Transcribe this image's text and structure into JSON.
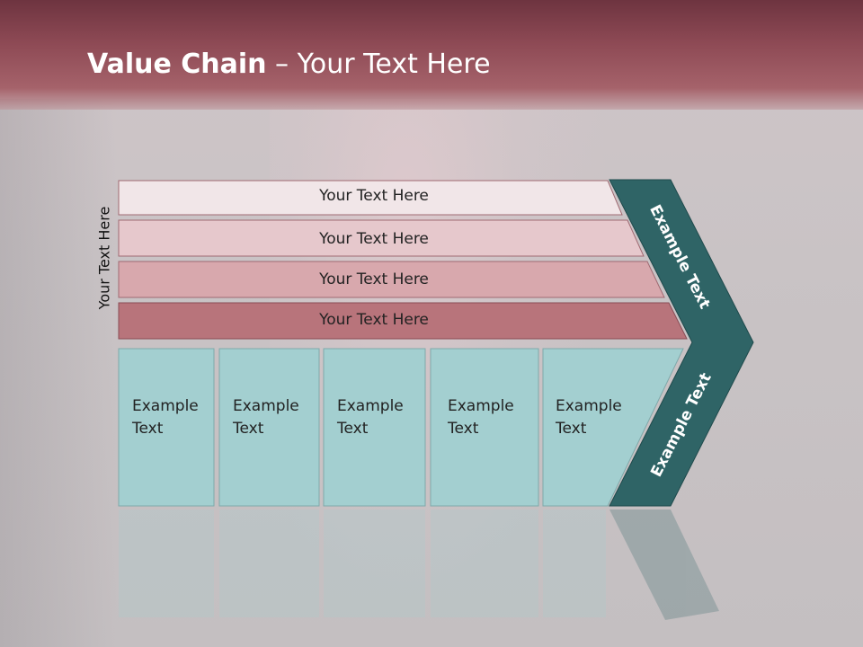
{
  "slide": {
    "title_bold": "Value Chain",
    "title_rest": " – Your Text Here",
    "side_label": "Your Text Here"
  },
  "bands": [
    {
      "label": "Your Text Here",
      "color": "#f1e6e8"
    },
    {
      "label": "Your Text Here",
      "color": "#e6c8cc"
    },
    {
      "label": "Your Text Here",
      "color": "#d8a8ad"
    },
    {
      "label": "Your Text Here",
      "color": "#b8747b"
    }
  ],
  "columns": [
    {
      "line1": "Example",
      "line2": "Text"
    },
    {
      "line1": "Example",
      "line2": "Text"
    },
    {
      "line1": "Example",
      "line2": "Text"
    },
    {
      "line1": "Example",
      "line2": "Text"
    },
    {
      "line1": "Example",
      "line2": "Text"
    }
  ],
  "chevron": {
    "upper_label": "Example Text",
    "lower_label": "Example Text",
    "color": "#2f6466"
  },
  "colors": {
    "column_fill": "#a3cfd0",
    "header": "#8e4a55"
  }
}
